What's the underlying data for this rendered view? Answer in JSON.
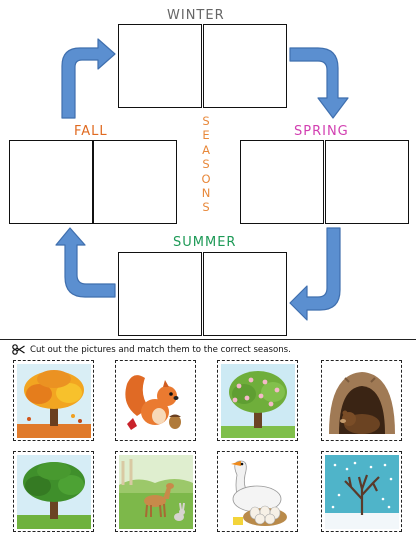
{
  "worksheet": {
    "seasons": [
      {
        "name": "WINTER",
        "color": "#666666"
      },
      {
        "name": "SPRING",
        "color": "#d23fb1"
      },
      {
        "name": "SUMMER",
        "color": "#1e9a57"
      },
      {
        "name": "FALL",
        "color": "#e06a20"
      }
    ],
    "center_word": "SEASONS",
    "center_word_color": "#e8883a",
    "arrow_color": "#5b8fd0"
  },
  "cutout": {
    "scissors_icon": "scissors-icon",
    "instructions": "Cut out the pictures and match them to the correct seasons.",
    "cards": [
      {
        "picture": "autumn-tree"
      },
      {
        "picture": "squirrel-with-acorn"
      },
      {
        "picture": "spring-blossom-tree"
      },
      {
        "picture": "bear-in-cave"
      },
      {
        "picture": "summer-tree"
      },
      {
        "picture": "deer-and-rabbit-meadow"
      },
      {
        "picture": "goose-with-eggs"
      },
      {
        "picture": "snowy-bare-tree"
      }
    ]
  }
}
